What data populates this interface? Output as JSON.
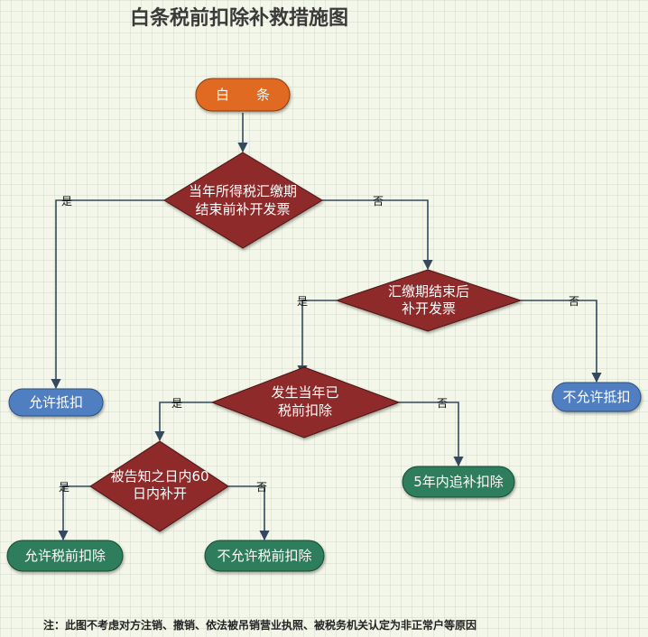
{
  "title": "白条税前扣除补救措施图",
  "nodes": {
    "start": "白　　条",
    "q1_line1": "当年所得税汇缴期",
    "q1_line2": "结束前补开发票",
    "q2_line1": "汇缴期结束后",
    "q2_line2": "补开发票",
    "q3_line1": "发生当年已",
    "q3_line2": "税前扣除",
    "q4_line1": "被告知之日内60",
    "q4_line2": "日内补开",
    "allow_deduct": "允许抵扣",
    "not_allow_deduct": "不允许抵扣",
    "five_year": "5年内追补扣除",
    "allow_pretax": "允许税前扣除",
    "not_allow_pretax": "不允许税前扣除"
  },
  "labels": {
    "yes": "是",
    "no": "否"
  },
  "note": "注：此图不考虑对方注销、撤销、依法被吊销营业执照、被税务机关认定为非正常户等原因",
  "colors": {
    "start_fill": "#e06a22",
    "diamond_fill": "#8e2a2a",
    "blue_node": "#4f7fc0",
    "green_node": "#2e7d5b",
    "edge": "#34495e"
  }
}
